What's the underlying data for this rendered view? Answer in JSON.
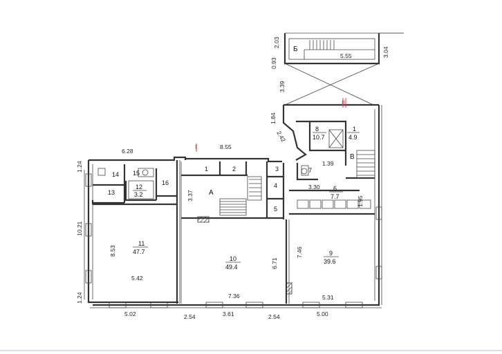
{
  "diagram": {
    "section_marks": {
      "left": "I",
      "right": "II"
    },
    "rooms": [
      {
        "id": "room-1-left",
        "number": "1"
      },
      {
        "id": "room-2",
        "number": "2"
      },
      {
        "id": "room-3",
        "number": "3"
      },
      {
        "id": "room-4",
        "number": "4"
      },
      {
        "id": "room-5",
        "number": "5"
      },
      {
        "id": "room-7",
        "number": "7"
      },
      {
        "id": "room-6",
        "number": "6",
        "area": "7.7"
      },
      {
        "id": "room-8",
        "number": "8",
        "area": "10.7"
      },
      {
        "id": "room-1-right",
        "number": "1",
        "area": "4.9"
      },
      {
        "id": "room-9",
        "number": "9",
        "area": "39.6"
      },
      {
        "id": "room-10",
        "number": "10",
        "area": "49.4"
      },
      {
        "id": "room-11",
        "number": "11",
        "area": "47.7"
      },
      {
        "id": "room-12",
        "number": "12",
        "area": "3.2"
      },
      {
        "id": "room-13",
        "number": "13"
      },
      {
        "id": "room-14",
        "number": "14"
      },
      {
        "id": "room-15",
        "number": "15"
      },
      {
        "id": "room-16",
        "number": "16"
      }
    ],
    "letters": {
      "A": "А",
      "B_cyr": "Б",
      "V": "В"
    },
    "dimensions": {
      "d_628": "6.28",
      "d_855": "8.55",
      "d_124_top": "1.24",
      "d_1021": "10.21",
      "d_124_bot": "1.24",
      "d_853": "8.53",
      "d_542": "5.42",
      "d_337": "3.37",
      "d_736": "7.36",
      "d_671": "6.71",
      "d_746": "7.46",
      "d_531": "5.31",
      "d_502": "5.02",
      "d_254_a": "2.54",
      "d_361": "3.61",
      "d_254_b": "2.54",
      "d_500": "5.00",
      "d_330": "3.30",
      "d_195": "1.95",
      "d_139": "1.39",
      "d_242": "2.42",
      "d_184": "1.84",
      "d_339": "3.39",
      "d_093": "0.93",
      "d_203": "2.03",
      "d_555": "5.55",
      "d_304": "3.04"
    }
  }
}
